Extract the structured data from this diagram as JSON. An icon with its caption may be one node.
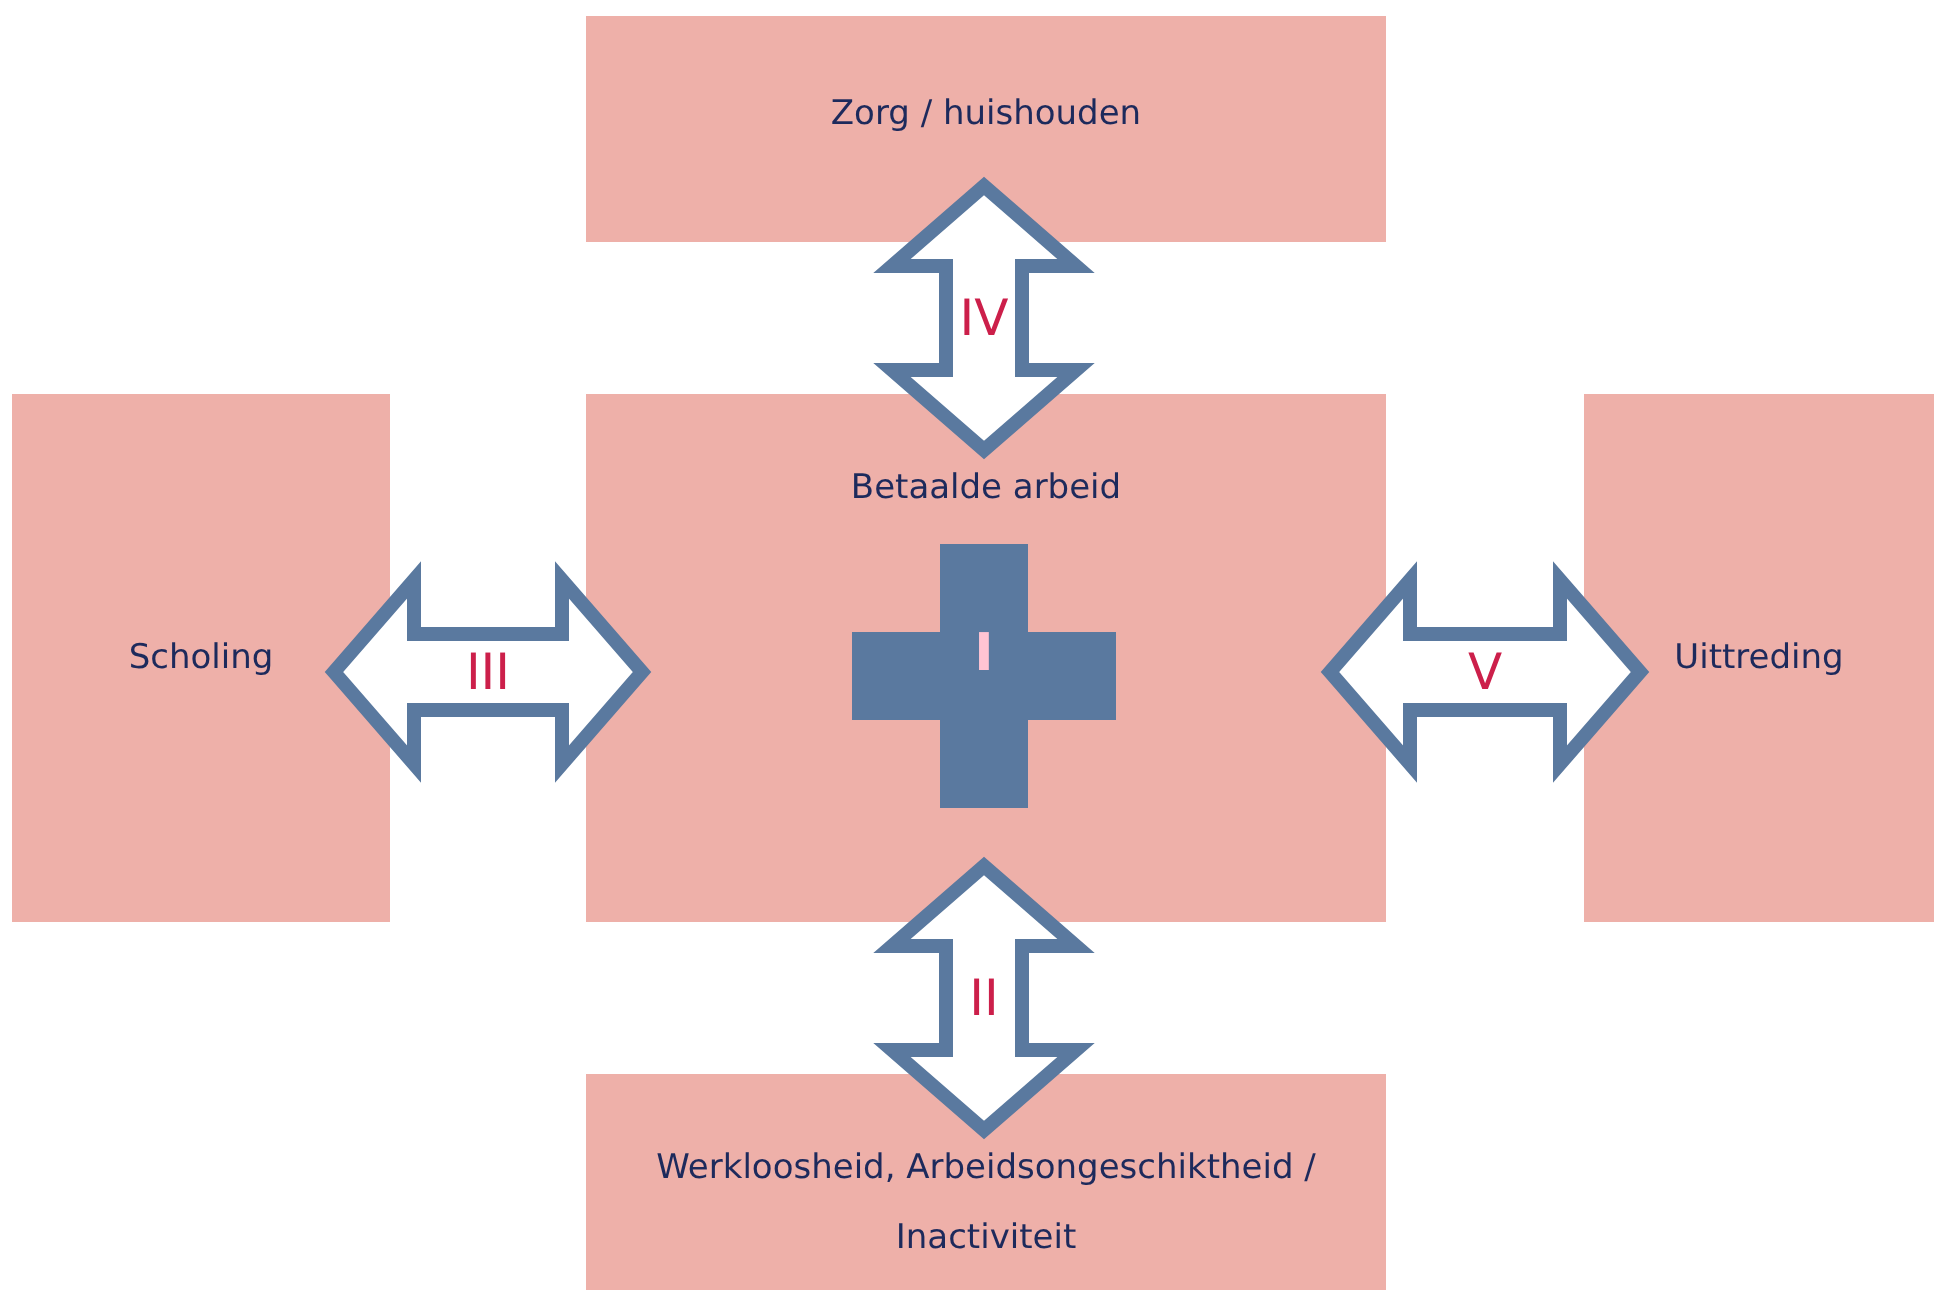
{
  "diagram": {
    "nodes": [
      {
        "text": [
          "Zorg / huishouden"
        ]
      },
      {
        "text": [
          "Scholing"
        ]
      },
      {
        "text": [
          "Betaalde arbeid"
        ]
      },
      {
        "text": [
          "I"
        ],
        "in": 2
      },
      {
        "text": [
          "Uittreding"
        ]
      },
      {
        "text": [
          "Werkloosheid, Arbeidsongeschiktheid / Inactiviteit"
        ]
      }
    ],
    "edges": [
      {
        "from": 0,
        "to": 2,
        "arrow": "both",
        "label": "IV"
      },
      {
        "from": 1,
        "to": 2,
        "arrow": "both",
        "label": "III"
      },
      {
        "from": 2,
        "to": 4,
        "arrow": "both",
        "label": "V"
      },
      {
        "from": 2,
        "to": 5,
        "arrow": "both",
        "label": "II"
      }
    ]
  }
}
